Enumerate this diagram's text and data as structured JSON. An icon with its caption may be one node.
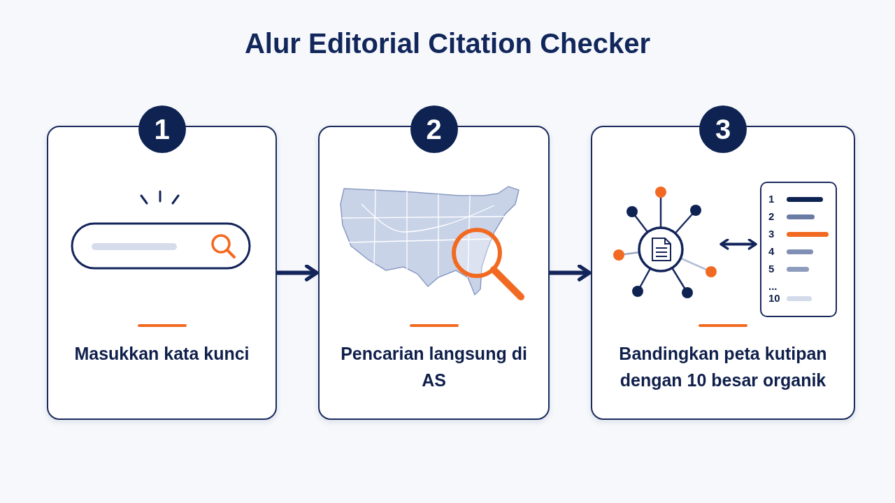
{
  "diagram": {
    "title": "Alur Editorial Citation Checker",
    "nodes": [
      {
        "text": [
          "1",
          "Masukkan kata kunci"
        ]
      },
      {
        "text": [
          "2",
          "Pencarian langsung di AS"
        ]
      },
      {
        "text": [
          "3",
          "Bandingkan peta kutipan dengan 10 besar organik"
        ]
      },
      {
        "text": [],
        "shape": "picture",
        "in": 2
      },
      {
        "text": [
          "1",
          "2",
          "3",
          "4",
          "5",
          "...",
          "10"
        ],
        "in": 2
      }
    ],
    "edges": [
      {
        "from": 0,
        "to": 1,
        "arrow": "to"
      },
      {
        "from": 1,
        "to": 2,
        "arrow": "to"
      },
      {
        "from": 3,
        "to": 4,
        "arrow": "both"
      }
    ]
  }
}
